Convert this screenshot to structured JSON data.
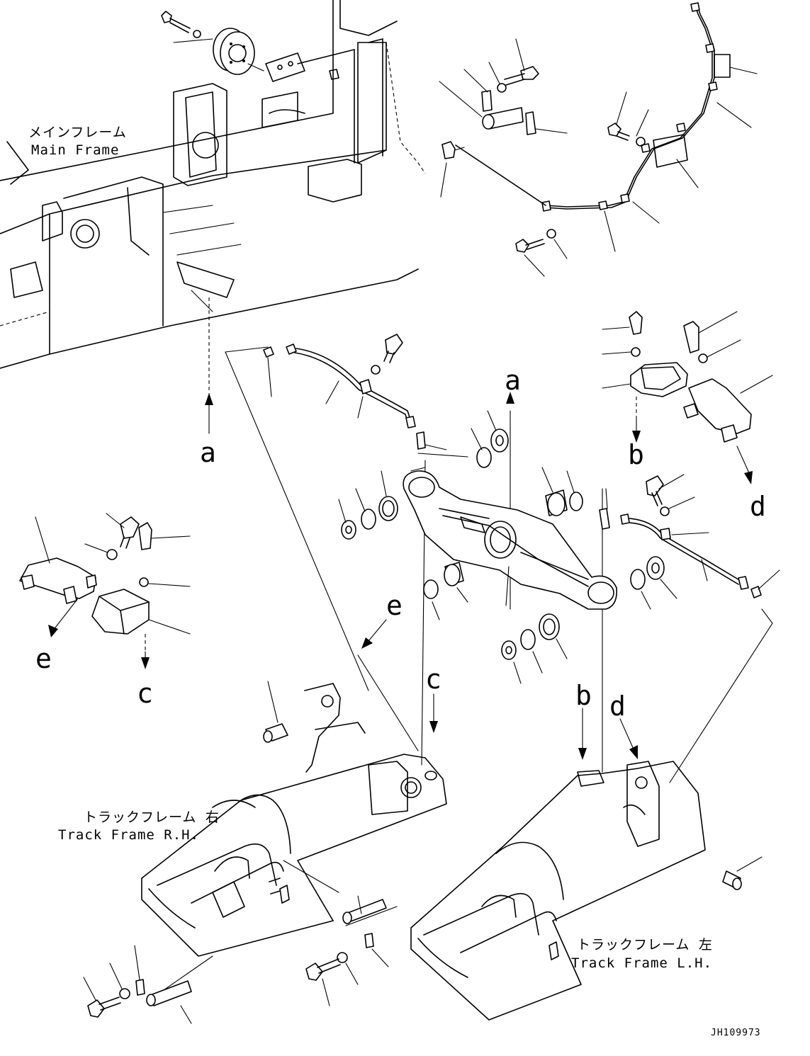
{
  "labels": {
    "main_frame_jp": "メインフレーム",
    "main_frame_en": "Main Frame",
    "track_rh_jp": "トラックフレーム 右",
    "track_rh_en": "Track Frame R.H.",
    "track_lh_jp": "トラックフレーム 左",
    "track_lh_en": "Track Frame L.H.",
    "drawing_code": "JH109973"
  },
  "refs": {
    "a": "a",
    "b": "b",
    "c": "c",
    "d": "d",
    "e": "e"
  }
}
